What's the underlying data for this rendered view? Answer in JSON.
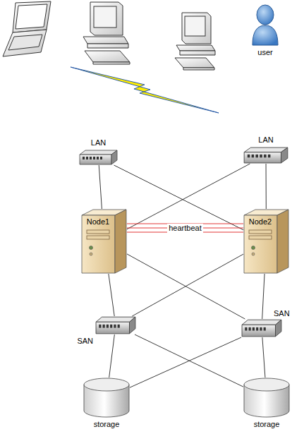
{
  "diagram": {
    "nodes": [
      {
        "text": [
          "user"
        ]
      },
      {
        "text": [
          "LAN"
        ]
      },
      {
        "text": [
          "LAN"
        ]
      },
      {
        "text": [
          "Node1"
        ]
      },
      {
        "text": [
          "Node2"
        ]
      },
      {
        "text": [
          "SAN"
        ]
      },
      {
        "text": [
          "SAN"
        ]
      },
      {
        "text": [
          "storage"
        ]
      },
      {
        "text": [
          "storage"
        ]
      }
    ],
    "edges": [
      {
        "from": 1,
        "to": 3,
        "arrow": "none"
      },
      {
        "from": 1,
        "to": 4,
        "arrow": "none"
      },
      {
        "from": 2,
        "to": 3,
        "arrow": "none"
      },
      {
        "from": 2,
        "to": 4,
        "arrow": "none"
      },
      {
        "from": 3,
        "to": 4,
        "label": "heartbeat",
        "arrow": "none"
      },
      {
        "from": 3,
        "to": 5,
        "arrow": "none"
      },
      {
        "from": 3,
        "to": 6,
        "arrow": "none"
      },
      {
        "from": 4,
        "to": 5,
        "arrow": "none"
      },
      {
        "from": 4,
        "to": 6,
        "arrow": "none"
      },
      {
        "from": 5,
        "to": 7,
        "arrow": "none"
      },
      {
        "from": 5,
        "to": 8,
        "arrow": "none"
      },
      {
        "from": 6,
        "to": 7,
        "arrow": "none"
      },
      {
        "from": 6,
        "to": 8,
        "arrow": "none"
      }
    ]
  }
}
